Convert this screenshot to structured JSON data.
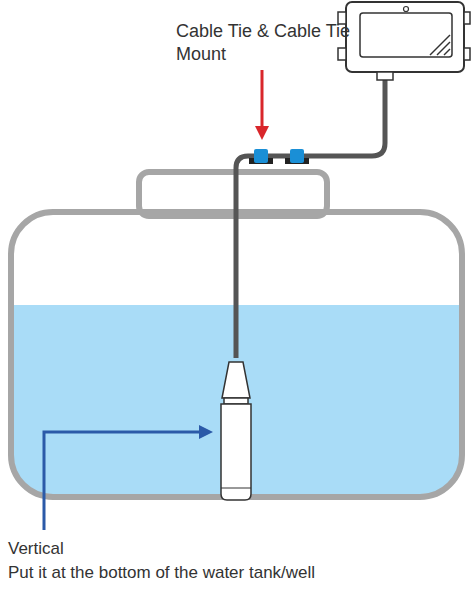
{
  "diagram": {
    "labels": [
      "Cable Tie & Cable Tie Mount",
      "Vertical",
      "Put it at the bottom of the water tank/well"
    ]
  }
}
